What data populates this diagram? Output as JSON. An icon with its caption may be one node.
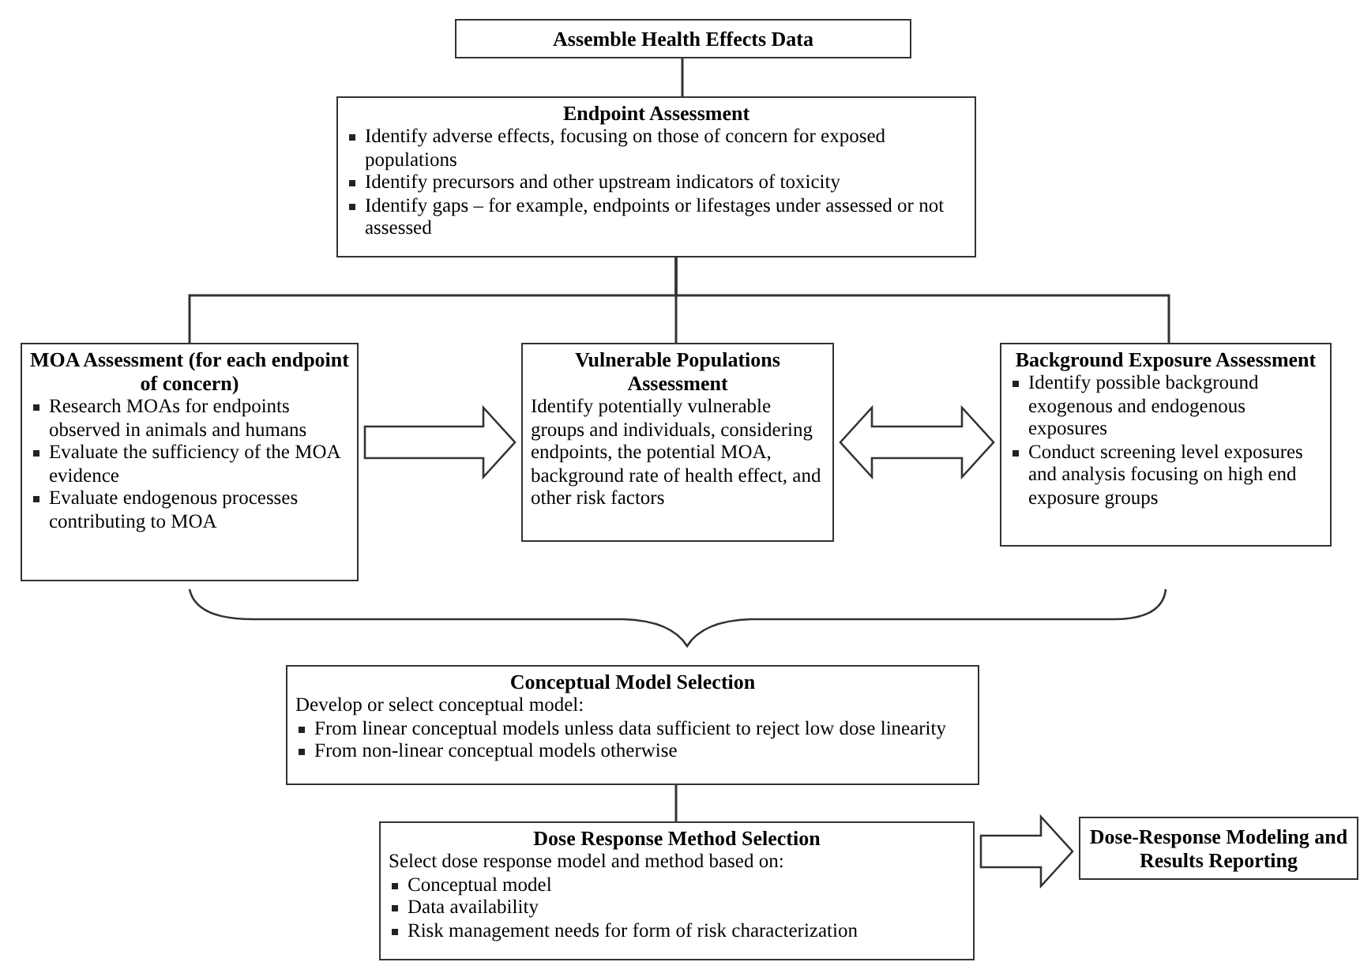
{
  "diagram": {
    "nodes": [
      {
        "text": [
          "Assemble Health Effects Data"
        ]
      },
      {
        "text": [
          "Endpoint Assessment",
          "Identify adverse effects, focusing on those of concern for exposed populations",
          "Identify precursors and other upstream indicators of toxicity",
          "Identify gaps – for example, endpoints or lifestages under assessed or not assessed"
        ]
      },
      {
        "text": [
          "MOA Assessment (for each endpoint of concern)",
          "Research MOAs for endpoints observed in animals and humans",
          "Evaluate the sufficiency of the MOA evidence",
          "Evaluate endogenous processes contributing to MOA"
        ]
      },
      {
        "text": [
          "Vulnerable Populations Assessment",
          "Identify potentially vulnerable groups and individuals, considering endpoints, the potential MOA, background rate of health effect, and other risk factors"
        ]
      },
      {
        "text": [
          "Background Exposure Assessment",
          "Identify possible background exogenous and endogenous exposures",
          "Conduct screening level exposures and analysis focusing on high end exposure groups"
        ]
      },
      {
        "text": [
          "Conceptual Model Selection",
          "Develop or select conceptual model:",
          "From linear conceptual models unless data sufficient to reject low dose linearity",
          "From non-linear conceptual models otherwise"
        ]
      },
      {
        "text": [
          "Dose Response Method Selection",
          "Select dose response model and method based on:",
          "Conceptual model",
          "Data availability",
          "Risk management needs for form of risk characterization"
        ]
      },
      {
        "text": [
          "Dose-Response Modeling and Results Reporting"
        ]
      }
    ],
    "edges": [
      {
        "from": 0,
        "to": 1,
        "arrow": "none"
      },
      {
        "from": 1,
        "to": 2,
        "arrow": "none"
      },
      {
        "from": 1,
        "to": 3,
        "arrow": "none"
      },
      {
        "from": 1,
        "to": 4,
        "arrow": "none"
      },
      {
        "from": 2,
        "to": 3,
        "arrow": "to"
      },
      {
        "from": 3,
        "to": 4,
        "arrow": "both"
      },
      {
        "from": 5,
        "to": 6,
        "arrow": "none"
      },
      {
        "from": 6,
        "to": 7,
        "arrow": "to"
      }
    ]
  }
}
